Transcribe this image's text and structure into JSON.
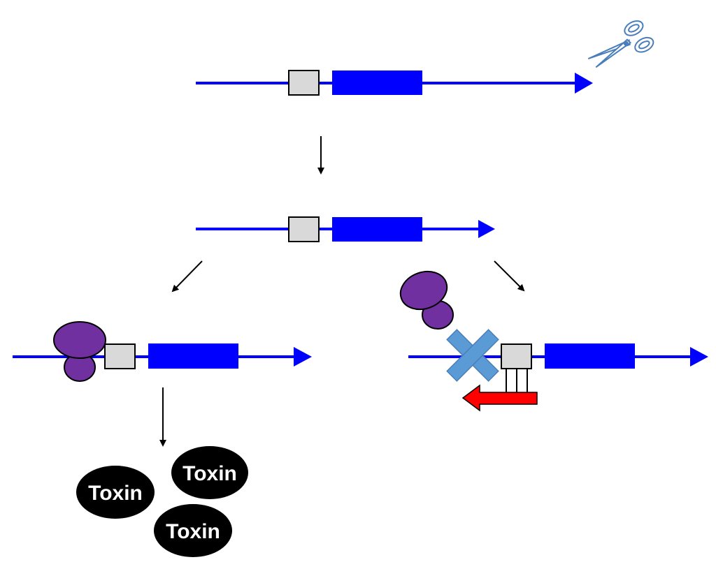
{
  "colors": {
    "dna": "#0000ff",
    "box": "#d9d9d9",
    "protein": "#7030a0",
    "cross": "#5b9bd5",
    "rna_arrow": "#ff0000",
    "toxin": "#000000",
    "scissors": "#4a7ebb"
  },
  "icons": {
    "cut_tool": "scissors-icon",
    "block": "x-mark-icon"
  },
  "toxins": [
    {
      "label": "Toxin"
    },
    {
      "label": "Toxin"
    },
    {
      "label": "Toxin"
    }
  ]
}
